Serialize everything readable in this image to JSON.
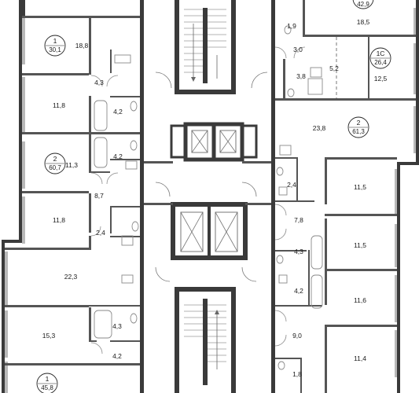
{
  "colors": {
    "wall": "#3a3a3a",
    "partition": "#8a8a8a",
    "fixture": "#9a9a9a",
    "window": "#b0b0b0",
    "background": "#ffffff"
  },
  "apartments": [
    {
      "id": "apt-left-top",
      "code": "1",
      "area": "30,1"
    },
    {
      "id": "apt-left-mid",
      "code": "2",
      "area": "60,7"
    },
    {
      "id": "apt-left-bottom",
      "code": "1",
      "area": "45,8"
    },
    {
      "id": "apt-right-top",
      "code": "",
      "area": "42,9"
    },
    {
      "id": "apt-right-1c",
      "code": "1С",
      "area": "26,4"
    },
    {
      "id": "apt-right-mid",
      "code": "2",
      "area": "61,3"
    }
  ],
  "rooms": {
    "l_room_188": "18,8",
    "l_hall_43a": "4,3",
    "l_room_118a": "11,8",
    "l_bath_42a": "4,2",
    "l_bath_42b": "4,2",
    "l_room_113": "11,3",
    "l_hall_87": "8,7",
    "l_room_118b": "11,8",
    "l_bath_24": "2,4",
    "l_room_223": "22,3",
    "l_bath_43b": "4,3",
    "l_room_153": "15,3",
    "l_bath_42c": "4,2",
    "r_wc_19": "1,9",
    "r_room_185": "18,5",
    "r_hall_30": "3,0",
    "r_bath_38": "3,8",
    "r_hall_52": "5,2",
    "r_room_125": "12,5",
    "r_room_238": "23,8",
    "r_bath_24": "2,4",
    "r_room_115a": "11,5",
    "r_hall_78": "7,8",
    "r_room_115b": "11,5",
    "r_bath_43": "4,3",
    "r_bath_42": "4,2",
    "r_room_116": "11,6",
    "r_hall_90": "9,0",
    "r_room_114": "11,4",
    "r_wc_18": "1,8"
  }
}
